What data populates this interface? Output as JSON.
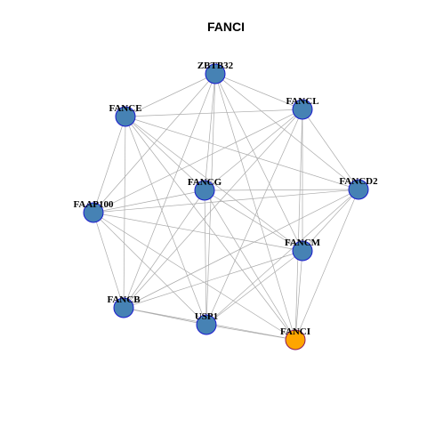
{
  "title": "FANCI",
  "colors": {
    "node_fill": "#4682B4",
    "node_border": "#1a1acd",
    "highlight_fill": "#FFA500",
    "highlight_border": "#8B1A5A",
    "edge": "#aaaaaa"
  },
  "nodes": [
    {
      "id": "ZBTB32",
      "label": "ZBTB32",
      "highlight": false
    },
    {
      "id": "FANCE",
      "label": "FANCE",
      "highlight": false
    },
    {
      "id": "FANCL",
      "label": "FANCL",
      "highlight": false
    },
    {
      "id": "FANCG",
      "label": "FANCG",
      "highlight": false
    },
    {
      "id": "FANCD2",
      "label": "FANCD2",
      "highlight": false
    },
    {
      "id": "FAAP100",
      "label": "FAAP100",
      "highlight": false
    },
    {
      "id": "FANCM",
      "label": "FANCM",
      "highlight": false
    },
    {
      "id": "FANCB",
      "label": "FANCB",
      "highlight": false
    },
    {
      "id": "USP1",
      "label": "USP1",
      "highlight": false
    },
    {
      "id": "FANCI",
      "label": "FANCI",
      "highlight": true
    }
  ],
  "edges": [
    [
      "ZBTB32",
      "FANCE"
    ],
    [
      "ZBTB32",
      "FANCL"
    ],
    [
      "ZBTB32",
      "FANCG"
    ],
    [
      "ZBTB32",
      "FANCD2"
    ],
    [
      "ZBTB32",
      "FAAP100"
    ],
    [
      "ZBTB32",
      "FANCM"
    ],
    [
      "ZBTB32",
      "FANCB"
    ],
    [
      "ZBTB32",
      "USP1"
    ],
    [
      "ZBTB32",
      "FANCI"
    ],
    [
      "FANCE",
      "FANCL"
    ],
    [
      "FANCE",
      "FANCG"
    ],
    [
      "FANCE",
      "FANCD2"
    ],
    [
      "FANCE",
      "FAAP100"
    ],
    [
      "FANCE",
      "FANCM"
    ],
    [
      "FANCE",
      "FANCB"
    ],
    [
      "FANCE",
      "USP1"
    ],
    [
      "FANCE",
      "FANCI"
    ],
    [
      "FANCL",
      "FANCG"
    ],
    [
      "FANCL",
      "FANCD2"
    ],
    [
      "FANCL",
      "FAAP100"
    ],
    [
      "FANCL",
      "FANCM"
    ],
    [
      "FANCL",
      "FANCB"
    ],
    [
      "FANCL",
      "USP1"
    ],
    [
      "FANCL",
      "FANCI"
    ],
    [
      "FANCG",
      "FANCD2"
    ],
    [
      "FANCG",
      "FAAP100"
    ],
    [
      "FANCG",
      "FANCM"
    ],
    [
      "FANCG",
      "FANCB"
    ],
    [
      "FANCG",
      "USP1"
    ],
    [
      "FANCG",
      "FANCI"
    ],
    [
      "FANCD2",
      "FAAP100"
    ],
    [
      "FANCD2",
      "FANCM"
    ],
    [
      "FANCD2",
      "FANCB"
    ],
    [
      "FANCD2",
      "USP1"
    ],
    [
      "FANCD2",
      "FANCI"
    ],
    [
      "FAAP100",
      "FANCM"
    ],
    [
      "FAAP100",
      "FANCB"
    ],
    [
      "FAAP100",
      "USP1"
    ],
    [
      "FAAP100",
      "FANCI"
    ],
    [
      "FANCM",
      "FANCB"
    ],
    [
      "FANCM",
      "USP1"
    ],
    [
      "FANCM",
      "FANCI"
    ],
    [
      "FANCB",
      "USP1"
    ],
    [
      "FANCB",
      "FANCI"
    ],
    [
      "USP1",
      "FANCI"
    ]
  ]
}
